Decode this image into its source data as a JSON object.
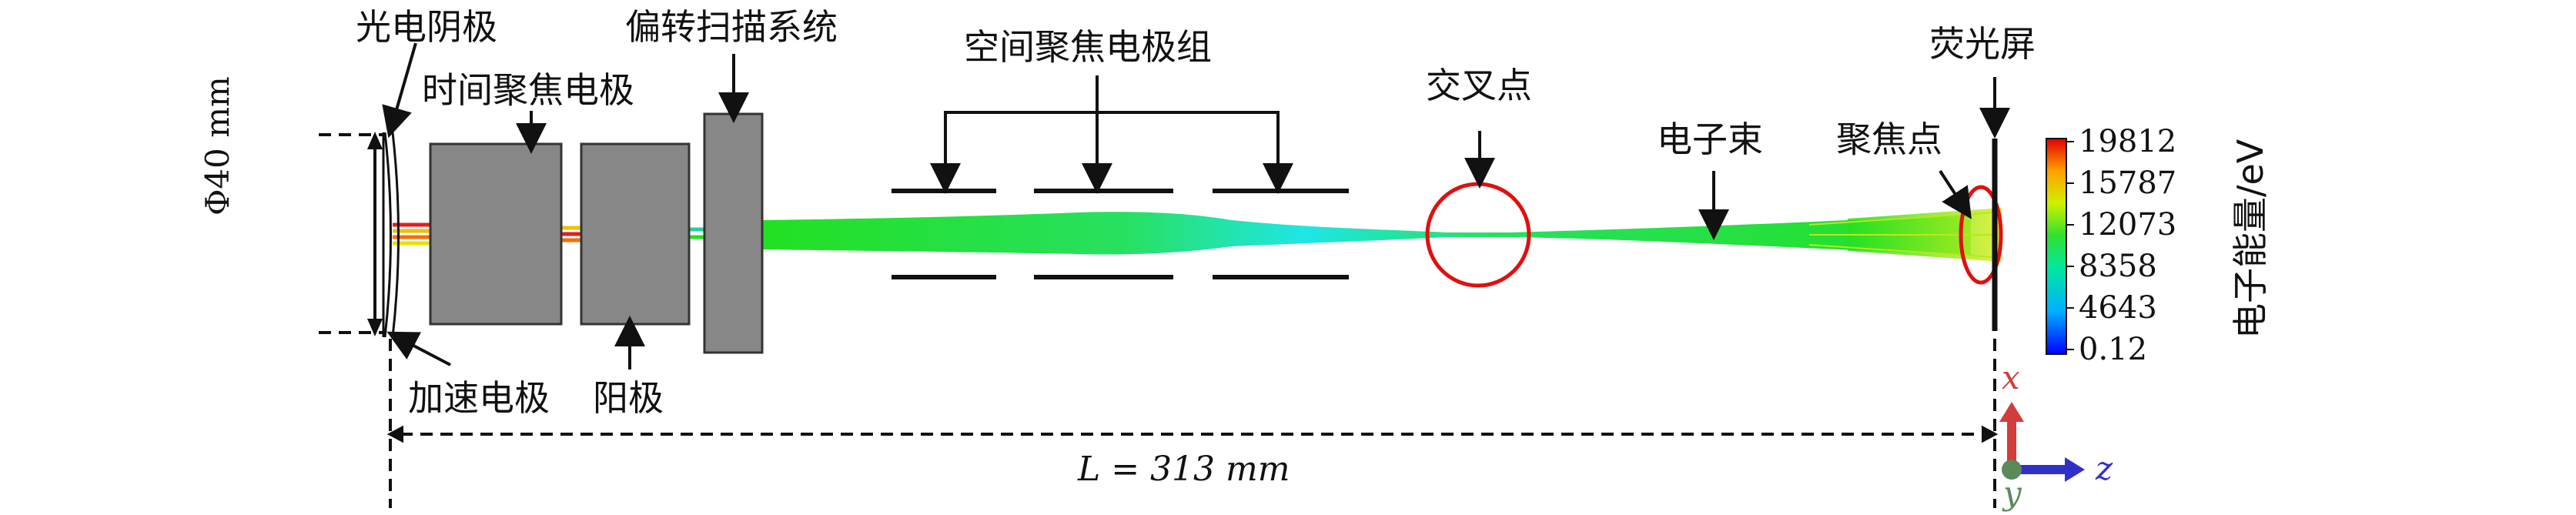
{
  "labels": {
    "photocathode": "光电阴极",
    "time_focus": "时间聚焦电极",
    "deflection": "偏转扫描系统",
    "spatial_focus_group": "空间聚焦电极组",
    "crossover": "交叉点",
    "electron_beam": "电子束",
    "focus_point": "聚焦点",
    "phosphor_screen": "荧光屏",
    "accelerating": "加速电极",
    "anode": "阳极",
    "diameter": "Φ40 mm",
    "length": "L = 313 mm"
  },
  "axes": {
    "x": "x",
    "y": "y",
    "z": "z"
  },
  "colorbar": {
    "title": "电子能量/eV",
    "ticks": [
      "19812",
      "15787",
      "12073",
      "8358",
      "4643",
      "0.12"
    ]
  },
  "colors": {
    "electrode": "#878787",
    "beam": "#22e022",
    "beam_core": "#1ee6e6",
    "circle": "#e01010",
    "axis_x": "#d23c3c",
    "axis_y": "#5a8a5a",
    "axis_z": "#3030c8"
  }
}
